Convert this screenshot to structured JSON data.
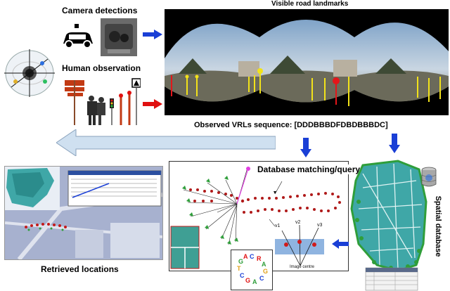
{
  "labels": {
    "camera_detections": "Camera detections",
    "human_observation": "Human observation",
    "visible_road_landmarks": "Visible road landmarks",
    "observed_sequence": "Observed VRLs sequence: [DDDBBBDFDBDBBBDC]",
    "database_matching": "Database matching/query",
    "spatial_database": "Spatial database",
    "retrieved_locations": "Retrieved locations"
  },
  "diagram_text": {
    "v1": "v1",
    "v2": "v2",
    "v3": "v3",
    "image_centre": "Image centre"
  },
  "colors": {
    "arrow_blue": "#1a3fd6",
    "arrow_red": "#e01010",
    "arrow_light": "#cfe0f0",
    "map_teal": "#3fa7a7",
    "map_green": "#2f9e3a",
    "landmark_yellow": "#f2e21a",
    "landmark_red": "#e4161a"
  }
}
